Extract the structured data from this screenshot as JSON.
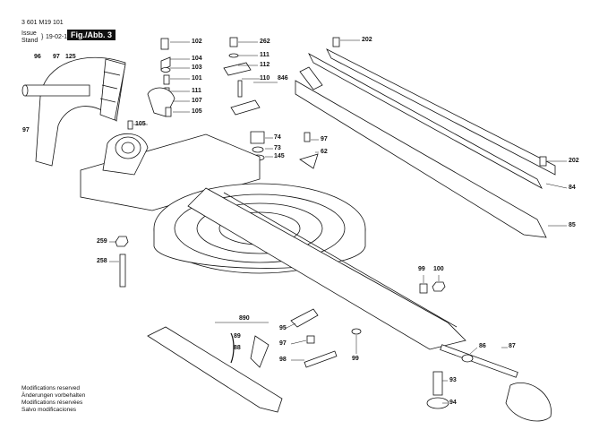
{
  "header": {
    "doc_number": "3 601 M19 101",
    "issue_label": "Issue",
    "stand_label": "Stand",
    "date": "19-02-13",
    "figure": "Fig./Abb. 3"
  },
  "footer": {
    "lines": [
      "Modifications reserved",
      "Änderungen vorbehalten",
      "Modifications réservées",
      "Salvo modificaciones"
    ]
  },
  "callouts": {
    "c96": "96",
    "c97a": "97",
    "c125": "125",
    "c97b": "97",
    "c102": "102",
    "c104": "104",
    "c103": "103",
    "c101": "101",
    "c111a": "111",
    "c107": "107",
    "c105a": "105",
    "c105b": "105",
    "c262": "262",
    "c111b": "111",
    "c112": "112",
    "c110": "110",
    "c846": "846",
    "c74": "74",
    "c73": "73",
    "c145": "145",
    "c97c": "97",
    "c62": "62",
    "c202a": "202",
    "c202b": "202",
    "c84": "84",
    "c85": "85",
    "c259": "259",
    "c258": "258",
    "c99a": "99",
    "c100": "100",
    "c890": "890",
    "c89": "89",
    "c88": "88",
    "c95": "95",
    "c97d": "97",
    "c98": "98",
    "c99b": "99",
    "c86": "86",
    "c87": "87",
    "c93": "93",
    "c94": "94"
  }
}
